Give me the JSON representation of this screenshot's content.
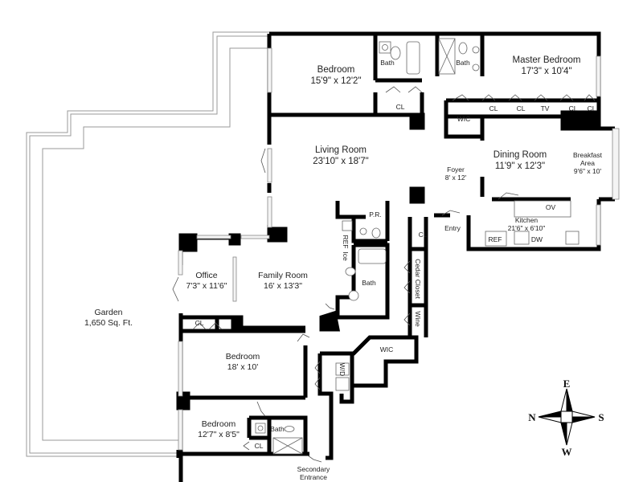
{
  "plan": {
    "rooms": [
      {
        "id": "garden",
        "name": "Garden",
        "size": "1,650 Sq. Ft."
      },
      {
        "id": "bedroom1",
        "name": "Bedroom",
        "size": "15'9\" x 12'2\""
      },
      {
        "id": "master",
        "name": "Master Bedroom",
        "size": "17'3\" x 10'4\""
      },
      {
        "id": "living",
        "name": "Living Room",
        "size": "23'10\" x 18'7\""
      },
      {
        "id": "foyer",
        "name": "Foyer",
        "size": "8' x 12'"
      },
      {
        "id": "dining",
        "name": "Dining Room",
        "size": "11'9\" x 12'3\""
      },
      {
        "id": "breakfast",
        "name": "Breakfast Area",
        "size": "9'6\" x 10'"
      },
      {
        "id": "kitchen",
        "name": "Kitchen",
        "size": "21'6\" x 6'10\""
      },
      {
        "id": "office",
        "name": "Office",
        "size": "7'3\" x 11'6\""
      },
      {
        "id": "family",
        "name": "Family Room",
        "size": "16' x 13'3\""
      },
      {
        "id": "bedroom2",
        "name": "Bedroom",
        "size": "18' x 10'"
      },
      {
        "id": "bedroom3",
        "name": "Bedroom",
        "size": "12'7\" x 8'5\""
      }
    ],
    "fixtures": {
      "bath_top": "Bath",
      "bath_master": "Bath",
      "cl_bed1": "CL",
      "wic_master": "WIC",
      "cl_m1": "CL",
      "cl_m2": "CL",
      "tv": "TV",
      "cl_m3": "CL",
      "cl_m4": "CL",
      "ov": "OV",
      "ref_kitchen": "REF",
      "dw": "DW",
      "entry": "Entry",
      "cl_entry": "CL",
      "pr": "P.R.",
      "ref_bar": "REF",
      "ice": "Ice",
      "bath_mid": "Bath",
      "cedar": "Cedar Closet",
      "wine": "Wine",
      "wic_lower": "WIC",
      "wd": "W/D",
      "cl_office": "CL",
      "bath_small": "Bath",
      "cl_bed3": "CL",
      "secondary_entrance": "Secondary Entrance"
    },
    "compass": {
      "top": "E",
      "right": "S",
      "bottom": "W",
      "left": "N"
    }
  }
}
